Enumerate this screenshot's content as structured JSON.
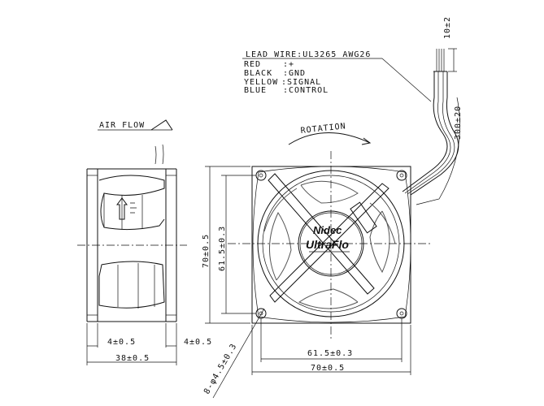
{
  "lead_wire": {
    "title": "LEAD WIRE:UL3265 AWG26",
    "rows": [
      {
        "color": "RED",
        "value": ":+"
      },
      {
        "color": "BLACK",
        "value": ":GND"
      },
      {
        "color": "YELLOW",
        "value": ":SIGNAL"
      },
      {
        "color": "BLUE",
        "value": ":CONTROL"
      }
    ]
  },
  "labels": {
    "air_flow": "AIR FLOW",
    "rotation": "ROTATION",
    "logo_brand": "Nidec",
    "logo_product": "UltraFlo"
  },
  "dimensions": {
    "strip_length": "10±2",
    "lead_length": "300±20",
    "height_outer": "70±0.5",
    "height_holes": "61.5±0.3",
    "width_holes": "61.5±0.3",
    "width_outer": "70±0.5",
    "flange_left": "4±0.5",
    "flange_right": "4±0.5",
    "depth": "38±0.5",
    "holes": "8-φ4.5±0.3"
  }
}
